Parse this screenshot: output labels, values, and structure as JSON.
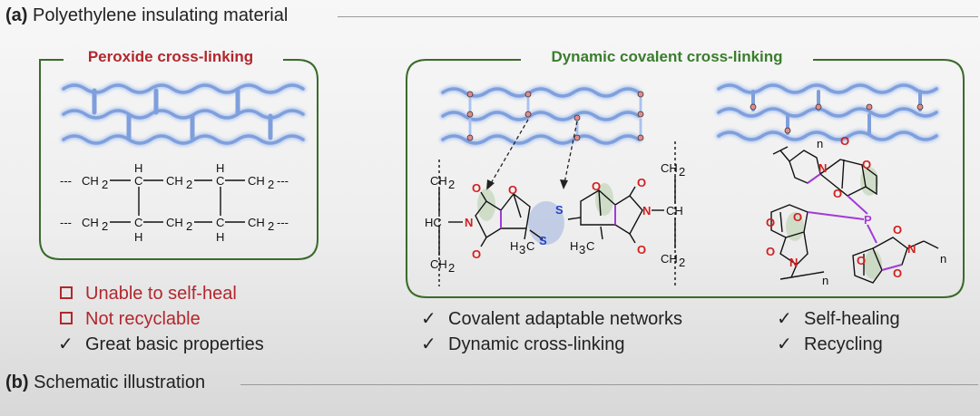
{
  "section_a": {
    "label": "(a)",
    "title": "Polyethylene insulating material"
  },
  "section_b": {
    "label": "(b)",
    "title": "Schematic illustration"
  },
  "peroxide": {
    "title": "Peroxide cross-linking",
    "title_color": "#b2272d",
    "formula": {
      "h": "H",
      "ch2": "CH",
      "sub2": "2",
      "c": "C",
      "dashes": "---"
    },
    "drawbacks": [
      "Unable to self-heal",
      "Not recyclable"
    ],
    "benefits": [
      "Great basic properties"
    ]
  },
  "dynamic": {
    "title": "Dynamic covalent cross-linking",
    "title_color": "#3a7d2c",
    "atoms": {
      "o": "O",
      "n": "N",
      "s": "S",
      "p": "P",
      "h": "H",
      "c": "C",
      "hc": "HC",
      "ch": "CH",
      "h3c": "H",
      "three": "3",
      "ch2": "CH",
      "two": "2",
      "sub_n": "n"
    },
    "benefits_left": [
      "Covalent adaptable networks",
      "Dynamic cross-linking"
    ],
    "benefits_right": [
      "Self-healing",
      "Recycling"
    ]
  },
  "icons": {
    "drawback": "hollow-square-icon",
    "benefit": "check-icon"
  },
  "colors": {
    "frame": "#3a6b2a",
    "chain": "#8faee6",
    "chain_dark": "#5d7fc0",
    "bond": "#a23bd6",
    "hetero": "#d11f1f",
    "sulfur": "#2343c6"
  },
  "check_glyph": "✓"
}
